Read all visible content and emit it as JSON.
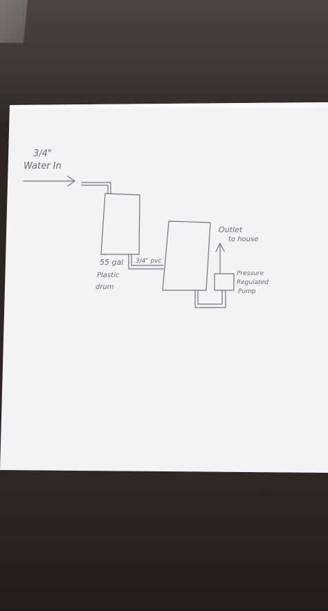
{
  "diagram": {
    "labels": {
      "water_in_size": "3/4\"",
      "water_in": "Water In",
      "drum_capacity": "55 gal",
      "drum_material": "Plastic",
      "drum_word": "drum",
      "pipe_size": "3/4\" pvc",
      "outlet_line1": "Outlet",
      "outlet_line2": "to house",
      "pump_line1": "Pressure",
      "pump_line2": "Regulated",
      "pump_line3": "Pump"
    }
  }
}
